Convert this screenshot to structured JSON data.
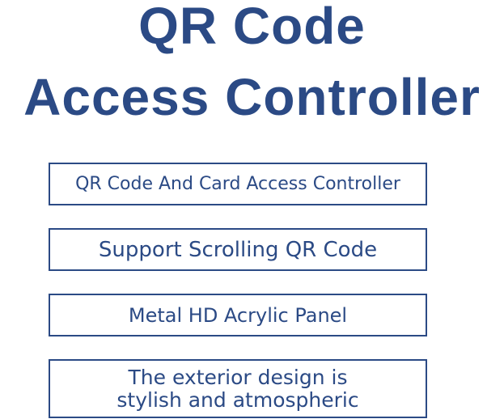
{
  "heading": {
    "line1": "QR Code",
    "line2": "Access Controller"
  },
  "features": [
    {
      "lines": [
        "QR Code And Card Access Controller"
      ]
    },
    {
      "lines": [
        "Support Scrolling QR Code"
      ]
    },
    {
      "lines": [
        "Metal HD Acrylic Panel"
      ]
    },
    {
      "lines": [
        "The exterior design is",
        "stylish and atmospheric"
      ]
    }
  ],
  "colors": {
    "accent": "#2b4a85",
    "background": "#ffffff"
  }
}
